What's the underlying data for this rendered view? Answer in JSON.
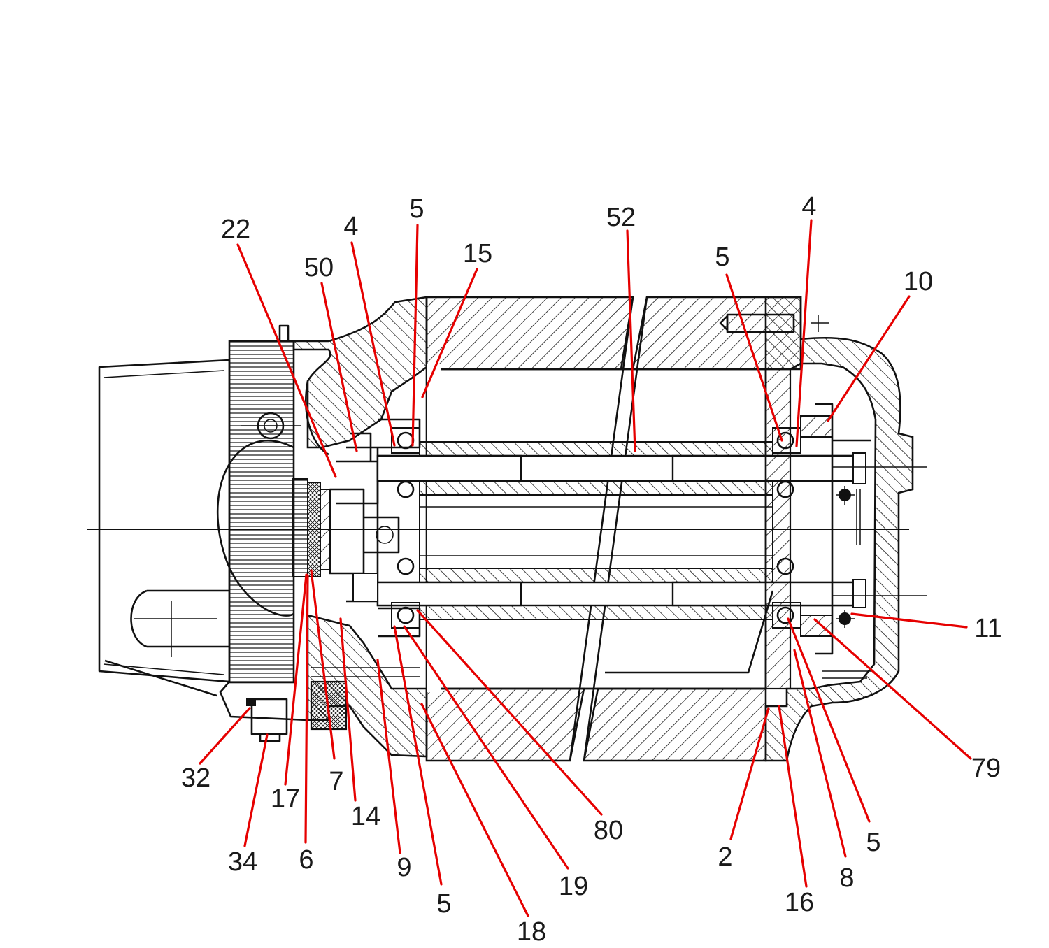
{
  "labels": {
    "l22": "22",
    "l4a": "4",
    "l5a": "5",
    "l15": "15",
    "l50": "50",
    "l52": "52",
    "l5b": "5",
    "l4b": "4",
    "l10": "10",
    "l11": "11",
    "l79": "79",
    "l32": "32",
    "l17": "17",
    "l7": "7",
    "l14": "14",
    "l34": "34",
    "l6": "6",
    "l9": "9",
    "l5c": "5",
    "l18": "18",
    "l19": "19",
    "l80": "80",
    "l2": "2",
    "l16": "16",
    "l8": "8",
    "l5d": "5"
  },
  "colors": {
    "leader": "#e60000",
    "ink": "#111111",
    "paper": "#ffffff"
  }
}
